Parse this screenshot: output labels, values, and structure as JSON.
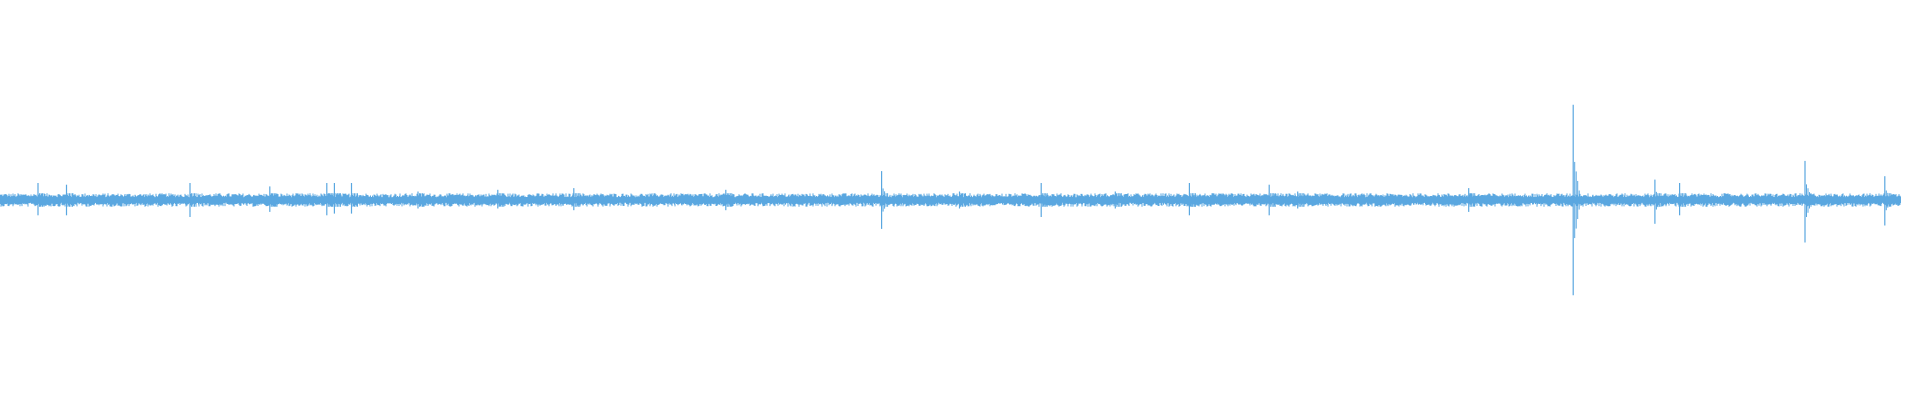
{
  "chart_data": {
    "type": "line",
    "title": "",
    "xlabel": "",
    "ylabel": "",
    "xlim": [
      0,
      1
    ],
    "ylim": [
      -1,
      1
    ],
    "grid": false,
    "legend": "none",
    "series": [
      {
        "color": "#5aa7e0",
        "baseline_amplitude": 0.04,
        "spikes": [
          {
            "x": 0.02,
            "y": [
              -0.09,
              0.1
            ]
          },
          {
            "x": 0.035,
            "y": [
              -0.09,
              0.09
            ]
          },
          {
            "x": 0.1,
            "y": [
              -0.1,
              0.1
            ]
          },
          {
            "x": 0.142,
            "y": [
              -0.07,
              0.08
            ]
          },
          {
            "x": 0.172,
            "y": [
              -0.09,
              0.1
            ]
          },
          {
            "x": 0.176,
            "y": [
              -0.08,
              0.1
            ]
          },
          {
            "x": 0.185,
            "y": [
              -0.08,
              0.1
            ]
          },
          {
            "x": 0.22,
            "y": [
              -0.05,
              0.05
            ]
          },
          {
            "x": 0.262,
            "y": [
              -0.05,
              0.06
            ]
          },
          {
            "x": 0.302,
            "y": [
              -0.06,
              0.07
            ]
          },
          {
            "x": 0.382,
            "y": [
              -0.06,
              0.06
            ]
          },
          {
            "x": 0.464,
            "y": [
              -0.17,
              0.17
            ]
          },
          {
            "x": 0.505,
            "y": [
              -0.05,
              0.05
            ]
          },
          {
            "x": 0.548,
            "y": [
              -0.1,
              0.1
            ]
          },
          {
            "x": 0.587,
            "y": [
              -0.05,
              0.05
            ]
          },
          {
            "x": 0.626,
            "y": [
              -0.09,
              0.1
            ]
          },
          {
            "x": 0.668,
            "y": [
              -0.09,
              0.09
            ]
          },
          {
            "x": 0.683,
            "y": [
              -0.05,
              0.05
            ]
          },
          {
            "x": 0.773,
            "y": [
              -0.07,
              0.07
            ]
          },
          {
            "x": 0.828,
            "y": [
              -0.56,
              0.56
            ]
          },
          {
            "x": 0.871,
            "y": [
              -0.14,
              0.12
            ]
          },
          {
            "x": 0.884,
            "y": [
              -0.09,
              0.1
            ]
          },
          {
            "x": 0.95,
            "y": [
              -0.25,
              0.23
            ]
          },
          {
            "x": 0.992,
            "y": [
              -0.15,
              0.14
            ]
          }
        ]
      }
    ]
  }
}
